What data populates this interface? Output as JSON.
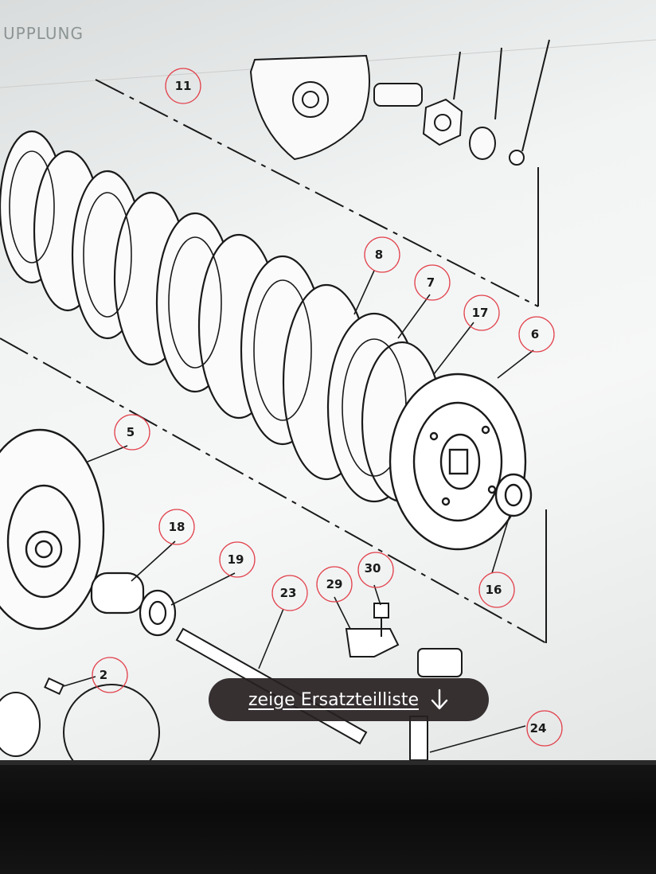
{
  "header": {
    "title_fragment": "UPPLUNG"
  },
  "callouts": [
    {
      "number": "11"
    },
    {
      "number": "8"
    },
    {
      "number": "7"
    },
    {
      "number": "17"
    },
    {
      "number": "6"
    },
    {
      "number": "5"
    },
    {
      "number": "18"
    },
    {
      "number": "19"
    },
    {
      "number": "30"
    },
    {
      "number": "23"
    },
    {
      "number": "29"
    },
    {
      "number": "16"
    },
    {
      "number": "2"
    },
    {
      "number": "24"
    }
  ],
  "action_button": {
    "label": "zeige Ersatzteilliste",
    "icon": "arrow-down-icon"
  },
  "colors": {
    "callout_circle": "#e2434d",
    "button_bg": "#261f21",
    "line": "#1a1a1a"
  }
}
